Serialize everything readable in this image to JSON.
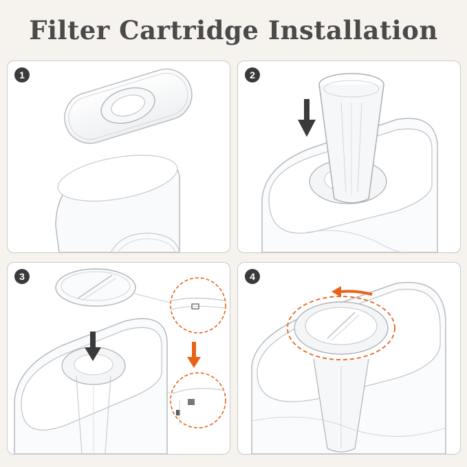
{
  "title": "Filter Cartridge Installation",
  "steps": [
    {
      "number": "1"
    },
    {
      "number": "2"
    },
    {
      "number": "3"
    },
    {
      "number": "4"
    }
  ],
  "colors": {
    "background": "#f6f3ee",
    "panel": "#ffffff",
    "arrow": "#e8621a",
    "badge": "#3a3a3a",
    "title": "#4a4a4a"
  }
}
